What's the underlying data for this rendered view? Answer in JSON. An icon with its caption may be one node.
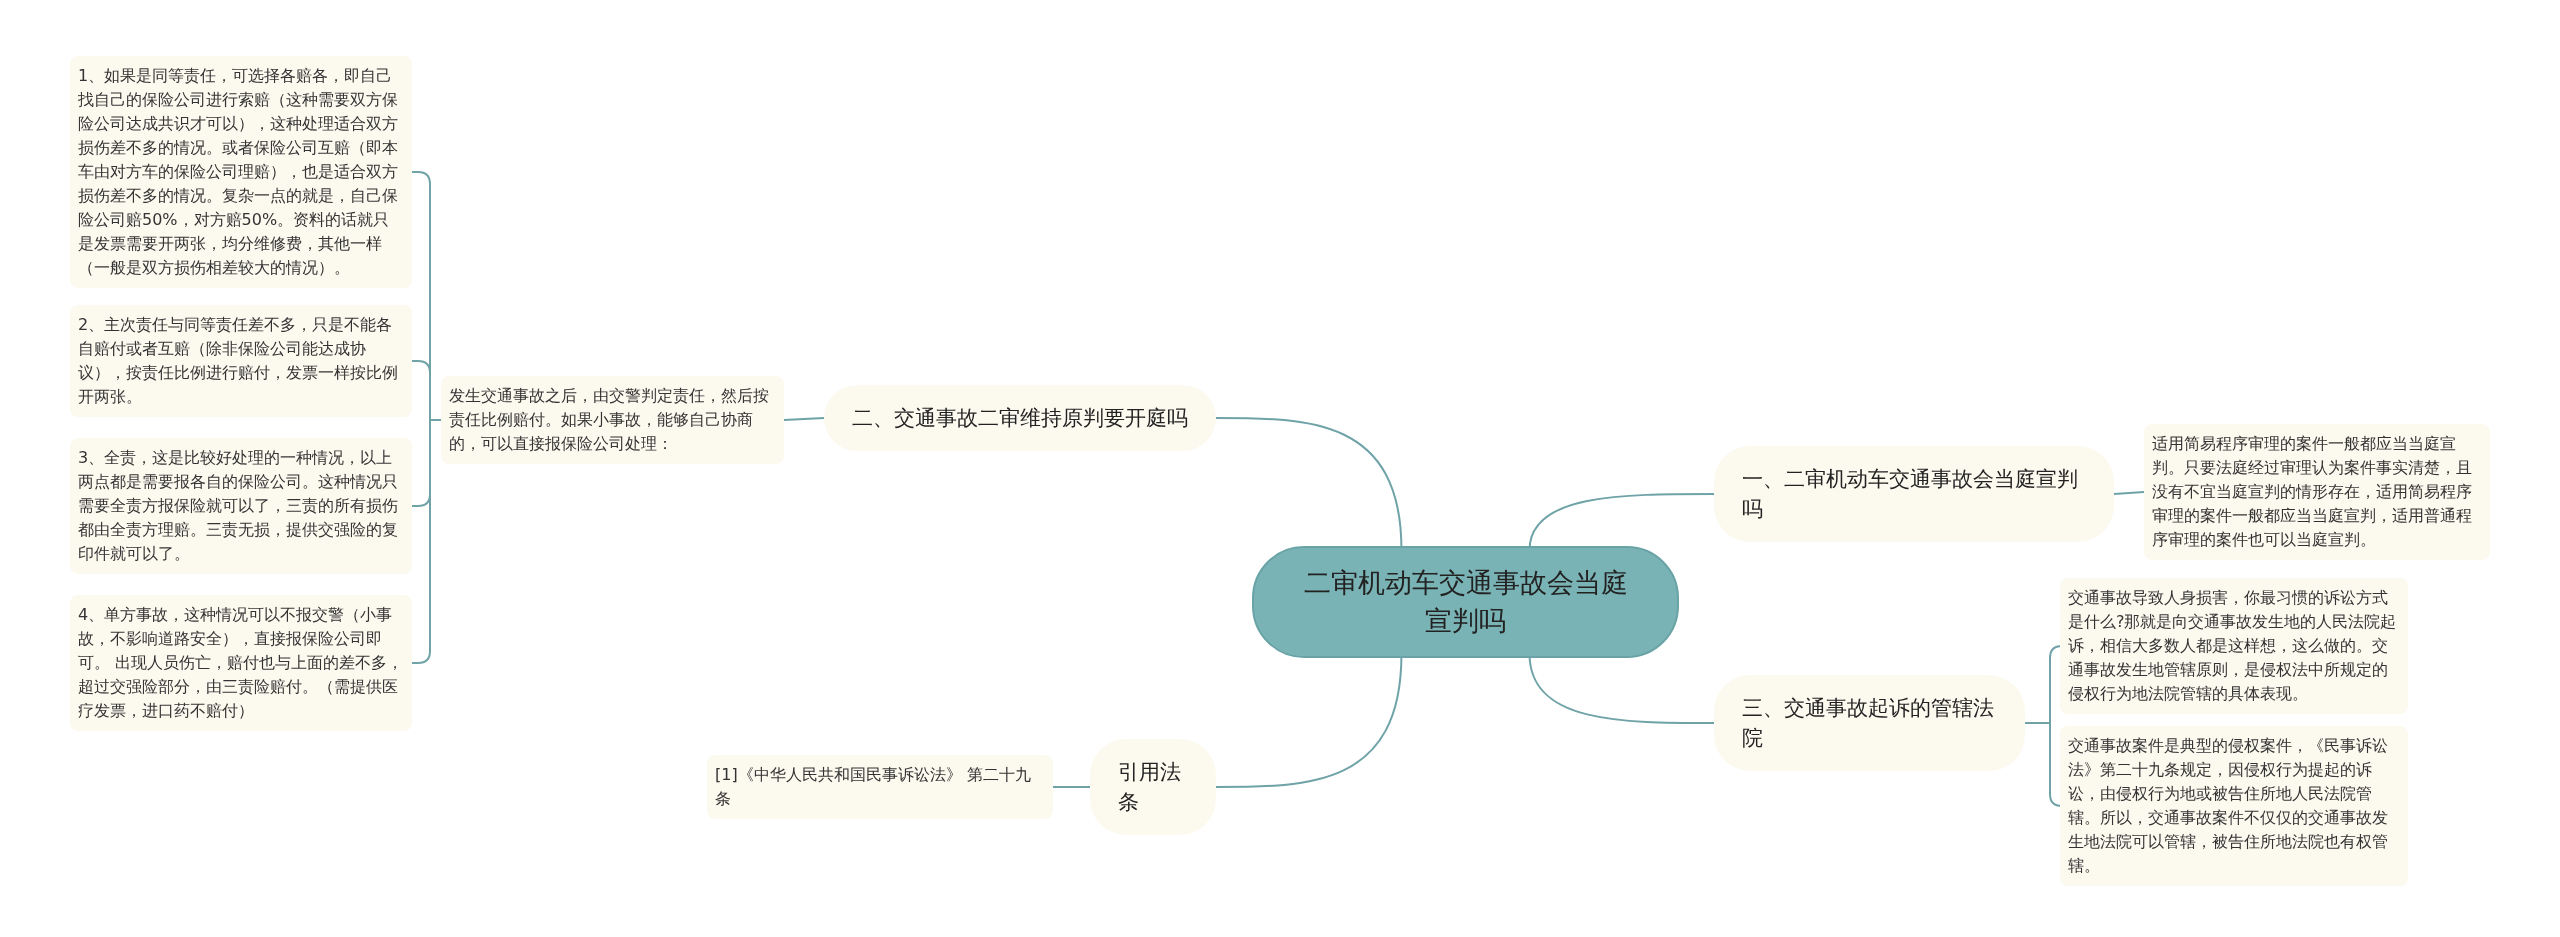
{
  "diagram": {
    "nodes": [
      {
        "text": [
          "二审机动车交通事故会当庭宣判吗"
        ]
      },
      {
        "text": [
          "一、二审机动车交通事故会当庭宣判吗"
        ]
      },
      {
        "text": [
          "适用简易程序审理的案件一般都应当当庭宣判。只要法庭经过审理认为案件事实清楚，且没有不宜当庭宣判的情形存在，适用简易程序审理的案件一般都应当当庭宣判，适用普通程序审理的案件也可以当庭宣判。"
        ]
      },
      {
        "text": [
          "三、交通事故起诉的管辖法院"
        ]
      },
      {
        "text": [
          "交通事故导致人身损害，你最习惯的诉讼方式是什么?那就是向交通事故发生地的人民法院起诉，相信大多数人都是这样想，这么做的。交通事故发生地管辖原则，是侵权法中所规定的侵权行为地法院管辖的具体表现。"
        ]
      },
      {
        "text": [
          "交通事故案件是典型的侵权案件，《民事诉讼法》第二十九条规定，因侵权行为提起的诉讼，由侵权行为地或被告住所地人民法院管辖。所以，交通事故案件不仅仅的交通事故发生地法院可以管辖，被告住所地法院也有权管辖。"
        ]
      },
      {
        "text": [
          "二、交通事故二审维持原判要开庭吗"
        ]
      },
      {
        "text": [
          "发生交通事故之后，由交警判定责任，然后按责任比例赔付。如果小事故，能够自己协商的，可以直接报保险公司处理："
        ]
      },
      {
        "text": [
          "1、如果是同等责任，可选择各赔各，即自己找自己的保险公司进行索赔（这种需要双方保险公司达成共识才可以），这种处理适合双方损伤差不多的情况。或者保险公司互赔（即本车由对方车的保险公司理赔），也是适合双方损伤差不多的情况。复杂一点的就是，自己保险公司赔50%，对方赔50%。资料的话就只是发票需要开两张，均分维修费，其他一样（一般是双方损伤相差较大的情况）。"
        ]
      },
      {
        "text": [
          "2、主次责任与同等责任差不多，只是不能各自赔付或者互赔（除非保险公司能达成协议），按责任比例进行赔付，发票一样按比例开两张。"
        ]
      },
      {
        "text": [
          "3、全责，这是比较好处理的一种情况，以上两点都是需要报各自的保险公司。这种情况只需要全责方报保险就可以了，三责的所有损伤都由全责方理赔。三责无损，提供交强险的复印件就可以了。"
        ]
      },
      {
        "text": [
          "4、单方事故，这种情况可以不报交警（小事故，不影响道路安全），直接报保险公司即可。 出现人员伤亡，赔付也与上面的差不多，超过交强险部分，由三责险赔付。（需提供医疗发票，进口药不赔付）"
        ]
      },
      {
        "text": [
          "引用法条"
        ]
      },
      {
        "text": [
          "[1]《中华人民共和国民事诉讼法》 第二十九条"
        ]
      }
    ],
    "edges": [
      {
        "from": 0,
        "to": 1,
        "arrow": "none"
      },
      {
        "from": 1,
        "to": 2,
        "arrow": "none"
      },
      {
        "from": 0,
        "to": 3,
        "arrow": "none"
      },
      {
        "from": 3,
        "to": 4,
        "arrow": "none"
      },
      {
        "from": 3,
        "to": 5,
        "arrow": "none"
      },
      {
        "from": 0,
        "to": 6,
        "arrow": "none"
      },
      {
        "from": 6,
        "to": 7,
        "arrow": "none"
      },
      {
        "from": 7,
        "to": 8,
        "arrow": "none"
      },
      {
        "from": 7,
        "to": 9,
        "arrow": "none"
      },
      {
        "from": 7,
        "to": 10,
        "arrow": "none"
      },
      {
        "from": 7,
        "to": 11,
        "arrow": "none"
      },
      {
        "from": 0,
        "to": 12,
        "arrow": "none"
      },
      {
        "from": 12,
        "to": 13,
        "arrow": "none"
      }
    ]
  }
}
